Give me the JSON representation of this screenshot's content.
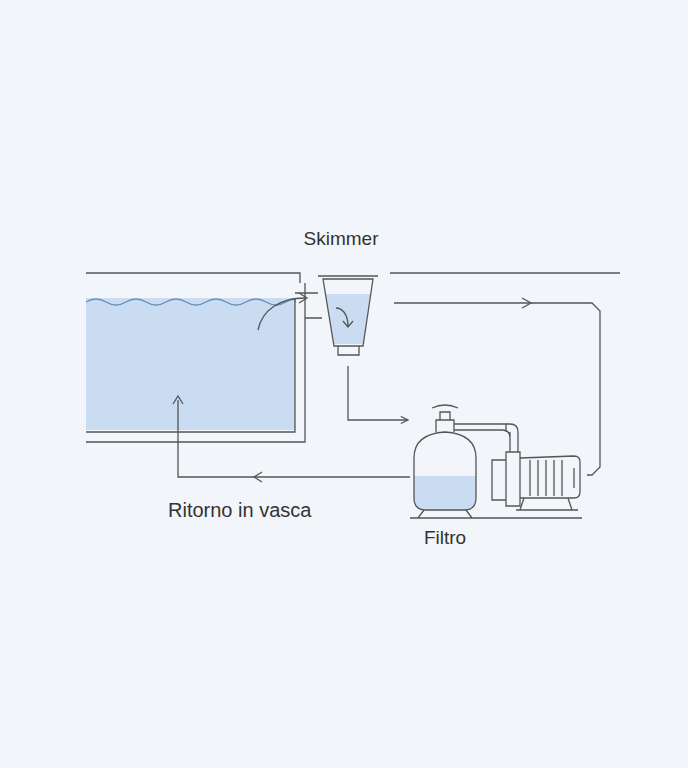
{
  "diagram": {
    "nodes": [
      {
        "text": [
          "Skimmer"
        ]
      },
      {
        "text": [
          "Filtro"
        ]
      }
    ],
    "edges": [
      {
        "from": 0,
        "to": 1,
        "arrow": "to"
      },
      {
        "from": 0,
        "to": 1,
        "arrow": "to"
      }
    ],
    "labels": [
      "Ritorno in vasca"
    ]
  }
}
